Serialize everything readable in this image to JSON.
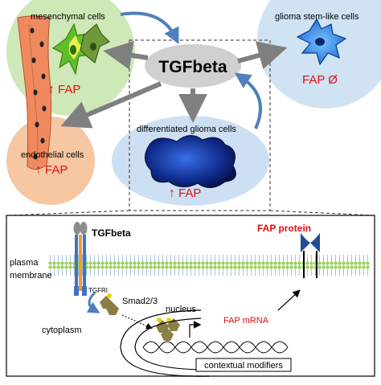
{
  "top": {
    "mesenchymal_label": "mesenchymal cells",
    "mesenchymal_fap": "FAP",
    "glioma_stem_label": "glioma stem-like cells",
    "glioma_stem_fap": "FAP Ø",
    "tgf_center": "TGFbeta",
    "differentiated_label": "differentiated glioma cells",
    "differentiated_fap": "FAP",
    "endothelial_label": "endothelial cells",
    "endothelial_fap": "FAP"
  },
  "bottom": {
    "tgfbeta_label": "TGFbeta",
    "fap_protein_label": "FAP protein",
    "plasma_label": "plasma",
    "membrane_label": "membrane",
    "tgfri_label": "TGFRI",
    "smad_label": "Smad2/3",
    "cytoplasm_label": "cytoplasm",
    "nucleus_label": "nucleus",
    "fap_mrna_label": "FAP mRNA",
    "contextual_label": "contextual modifiers"
  },
  "colors": {
    "green_circle": "#cfe8b8",
    "blue_circle": "#cfe3f3",
    "peach_circle": "#f6c7a3",
    "diff_ellipse": "#cde0f3",
    "tgf_ellipse": "#d0d0d0",
    "fap_red": "#e01010",
    "arrow_blue": "#4f7fbf",
    "arrow_gray": "#7f7f7f",
    "membrane_green": "#9bcf5f",
    "smad_olive": "#8a7f45"
  }
}
